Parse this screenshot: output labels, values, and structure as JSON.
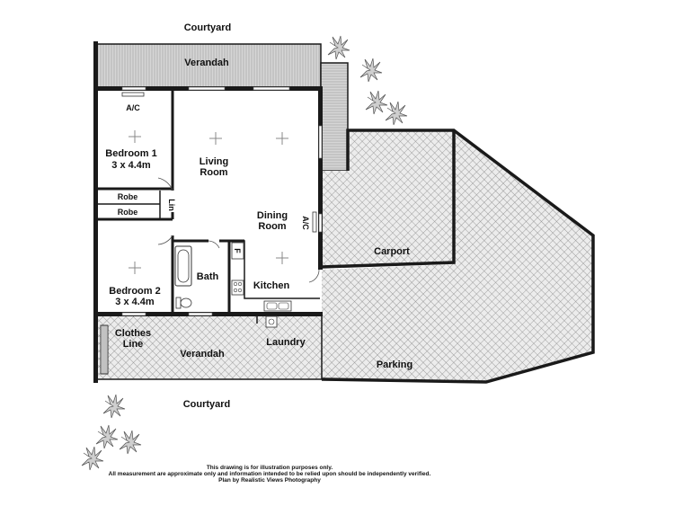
{
  "labels": {
    "courtyard_top": "Courtyard",
    "courtyard_bottom": "Courtyard",
    "verandah_top": "Verandah",
    "verandah_bottom": "Verandah",
    "ac_top": "A/C",
    "ac_side": "A/C",
    "bedroom1_name": "Bedroom 1",
    "bedroom1_size": "3 x 4.4m",
    "bedroom2_name": "Bedroom 2",
    "bedroom2_size": "3 x 4.4m",
    "living_line1": "Living",
    "living_line2": "Room",
    "dining_line1": "Dining",
    "dining_line2": "Room",
    "robe1": "Robe",
    "robe2": "Robe",
    "lin": "Lin",
    "bath": "Bath",
    "fridge": "F",
    "kitchen": "Kitchen",
    "carport": "Carport",
    "parking": "Parking",
    "clothes_line1": "Clothes",
    "clothes_line2": "Line",
    "laundry": "Laundry"
  },
  "disclaimer": {
    "line1": "This drawing is for illustration purposes only.",
    "line2": "All measurement are approximate only and information intended to be relied upon should be independently verified.",
    "line3": "Plan by Realistic Views Photography"
  },
  "icons": [
    "plant-icon",
    "ceiling-light-icon",
    "bathtub-icon",
    "toilet-icon",
    "stove-icon",
    "sink-icon",
    "clothes-line-icon"
  ],
  "colors": {
    "wall": "#1a1a1a",
    "verandah_fill": "#d8d8d8",
    "hatch": "#8a8a8a"
  }
}
